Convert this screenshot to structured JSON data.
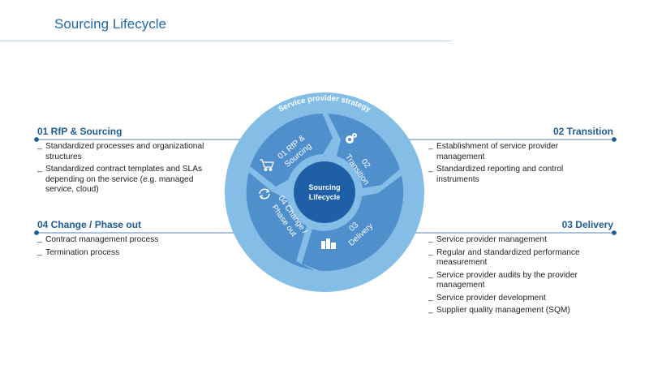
{
  "title": "Sourcing Lifecycle",
  "ring_label": "Service provider strategy",
  "center": {
    "line1": "Sourcing",
    "line2": "Lifecycle"
  },
  "segments": [
    {
      "line1": "01 RfP &",
      "line2": "Sourcing",
      "icon": "shopping-cart-icon"
    },
    {
      "line1": "02",
      "line2": "Transition",
      "icon": "gears-icon"
    },
    {
      "line1": "03",
      "line2": "Delivery",
      "icon": "delivery-icon"
    },
    {
      "line1": "04 Change /",
      "line2": "Phase out",
      "icon": "cycle-arrows-icon"
    }
  ],
  "sections": {
    "rfp": {
      "heading": "01 RfP & Sourcing",
      "items": [
        "Standardized processes and organizational structures",
        "Standardized contract templates and SLAs depending on the service (e.g. managed service, cloud)"
      ]
    },
    "transition": {
      "heading": "02 Transition",
      "items": [
        "Establishment of service provider management",
        "Standardized reporting and control instruments"
      ]
    },
    "change": {
      "heading": "04 Change / Phase out",
      "items": [
        "Contract management process",
        "Termination process"
      ]
    },
    "delivery": {
      "heading": "03 Delivery",
      "items": [
        "Service provider management",
        "Regular and standardized performance measurement",
        "Service provider audits by the provider management",
        "Service provider development",
        "Supplier quality management (SQM)"
      ]
    }
  },
  "colors": {
    "outer_ring": "#84bde6",
    "segment": "#4f8fcb",
    "center": "#1f5fa8",
    "accent": "#1f5c96"
  }
}
